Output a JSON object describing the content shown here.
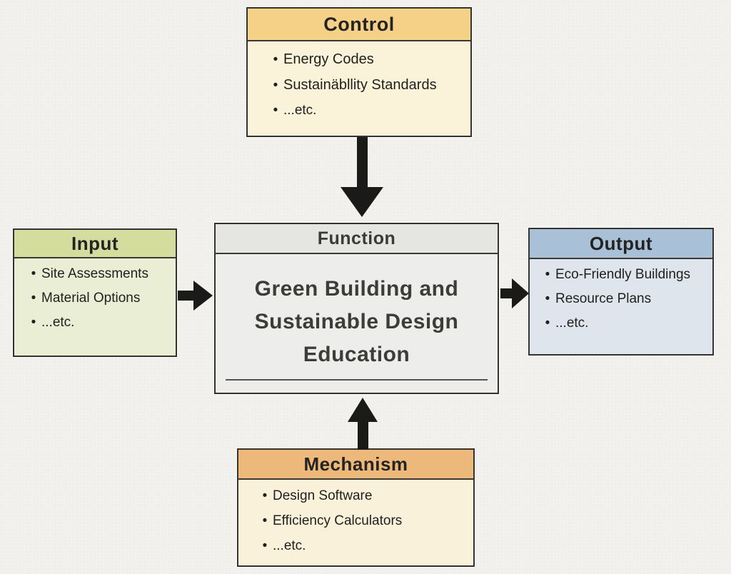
{
  "background_color": "#f2f1ee",
  "boxes": {
    "control": {
      "title": "Control",
      "items": [
        "Energy Codes",
        "Sustainäbllity Standards",
        "...etc."
      ],
      "header_color": "#f5d187",
      "body_color": "#fbf2da"
    },
    "input": {
      "title": "Input",
      "items": [
        "Site Assessments",
        "Material Options",
        "...etc."
      ],
      "header_color": "#d4dc9e",
      "body_color": "#eaeed4"
    },
    "function": {
      "title": "Function",
      "lines": [
        "Green Building and",
        "Sustainable Design",
        "Education"
      ],
      "header_color": "#e5e5e2",
      "body_color": "#ededeb"
    },
    "output": {
      "title": "Output",
      "items": [
        "Eco-Friendly Buildings",
        "Resource Plans",
        "...etc."
      ],
      "header_color": "#a9c1d7",
      "body_color": "#dee5ed"
    },
    "mechanism": {
      "title": "Mechanism",
      "items": [
        "Design Software",
        "Efficiency Calculators",
        "...etc."
      ],
      "header_color": "#edb97a",
      "body_color": "#f9f1da"
    }
  },
  "bullet_glyph": "•",
  "arrows": [
    {
      "name": "control-to-function",
      "direction": "down"
    },
    {
      "name": "input-to-function",
      "direction": "right"
    },
    {
      "name": "function-to-output",
      "direction": "right"
    },
    {
      "name": "mechanism-to-function",
      "direction": "up"
    }
  ],
  "colors": {
    "arrow": "#1a1a18",
    "border": "#33322e",
    "text": "#1f1f1d"
  }
}
